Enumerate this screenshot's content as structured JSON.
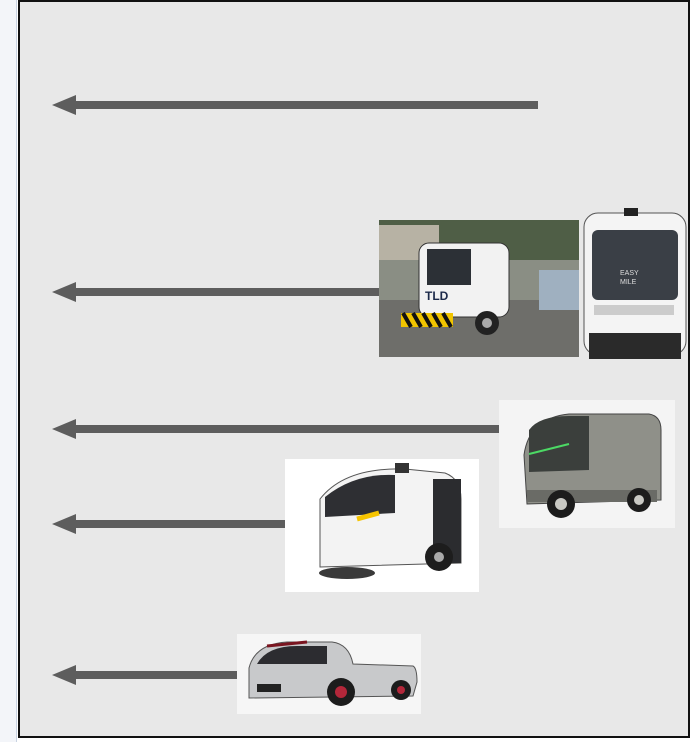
{
  "figure": {
    "arrows": 5,
    "vehicle_images": [
      {
        "name": "tld-tractor-and-easymile-shuttle",
        "plate_text": "TLD",
        "brand_text": "EASY MILE"
      },
      {
        "name": "autonomous-delivery-pod"
      },
      {
        "name": "autonomous-street-sweeper"
      },
      {
        "name": "autonomous-tow-tractor"
      }
    ],
    "colors": {
      "background": "#e8e8e8",
      "arrow": "#5d5d5d",
      "border": "#111111"
    }
  }
}
